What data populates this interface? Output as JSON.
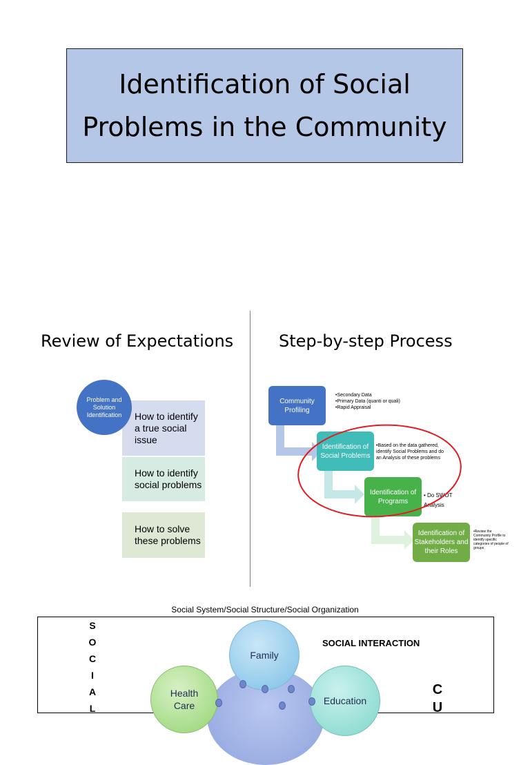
{
  "slide1": {
    "title_line1": "Identification of Social",
    "title_line2": "Problems in the Community"
  },
  "slide2": {
    "left_heading": "Review of Expectations",
    "right_heading": "Step-by-step Process",
    "expectations": {
      "circle_label": "Problem and Solution Identification",
      "items": [
        "How to identify a true social issue",
        "How to identify social problems",
        "How to solve these problems"
      ]
    },
    "process": {
      "steps": [
        {
          "label": "Community Profiling",
          "color": "#4472c4"
        },
        {
          "label": "Identification of Social Problems",
          "color": "#3fbcb8"
        },
        {
          "label": "Identification of Programs",
          "color": "#48b24a"
        },
        {
          "label": "Identification of Stakeholders and their Roles",
          "color": "#70ad47"
        }
      ],
      "notes": {
        "step1": [
          "•Secondary Data",
          "•Primary Data (quanti or quali)",
          "•Rapid Appraisal"
        ],
        "step2": "•Based on the data gathered, identify Social Problems and do an Analysis of these problems",
        "step3": "• Do SWOT Analysis",
        "step4": "•Review the Community Profile to identify specific categories of people of groups"
      },
      "highlight_color": "#e31b23"
    }
  },
  "slide3": {
    "caption": "Social System/Social Structure/Social Organization",
    "interaction_label": "SOCIAL INTERACTION",
    "vertical_left": [
      "S",
      "O",
      "C",
      "I",
      "A",
      "L"
    ],
    "vertical_right": [
      "C",
      "U"
    ],
    "bubbles": [
      "Family",
      "Health Care",
      "Education"
    ]
  }
}
